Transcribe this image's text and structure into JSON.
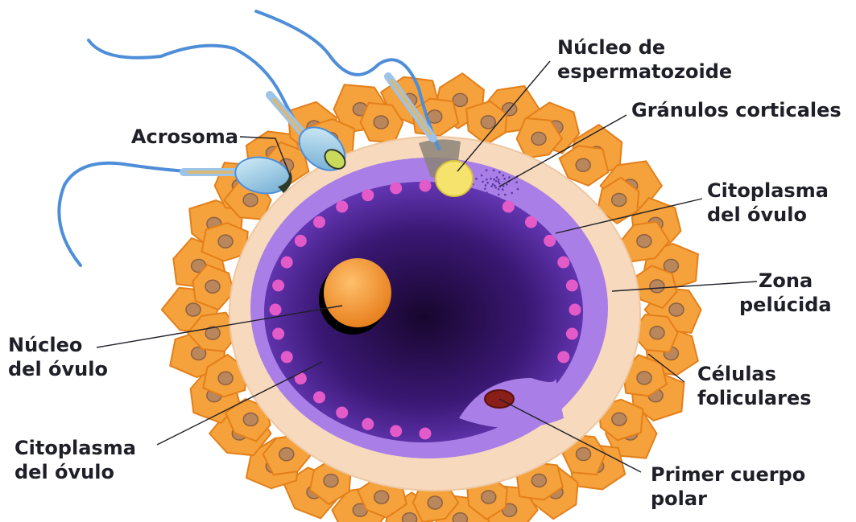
{
  "colors": {
    "cell_orange": "#f5a13c",
    "cell_orange_dark": "#e47f19",
    "cell_nucleus": "#b9875b",
    "zona_pelucida": "#f7d9bd",
    "cytoplasm_outer": "#a97ee6",
    "cytoplasm_inner": "#3a1874",
    "granules": "#e35bc9",
    "egg_nucleus": "#f2962f",
    "sperm_tail": "#4e8ed9",
    "sperm_head": "#8fc5e3",
    "sperm_nucleus": "#f6e36d",
    "polar_body": "#8a1f1a",
    "label_text": "#1f1f28"
  },
  "labels": {
    "acrosoma": "Acrosoma",
    "nucleo_esperma_1": "Núcleo de",
    "nucleo_esperma_2": "espermatozoide",
    "granulos": "Gránulos corticales",
    "citoplasma_r_1": "Citoplasma",
    "citoplasma_r_2": "del óvulo",
    "zona_1": "Zona",
    "zona_2": "pelúcida",
    "celulas_1": "Células",
    "celulas_2": "foliculares",
    "primer_1": "Primer cuerpo",
    "primer_2": "polar",
    "nucleo_ovulo_1": "Núcleo",
    "nucleo_ovulo_2": "del óvulo",
    "citoplasma_l_1": "Citoplasma",
    "citoplasma_l_2": "del óvulo"
  }
}
